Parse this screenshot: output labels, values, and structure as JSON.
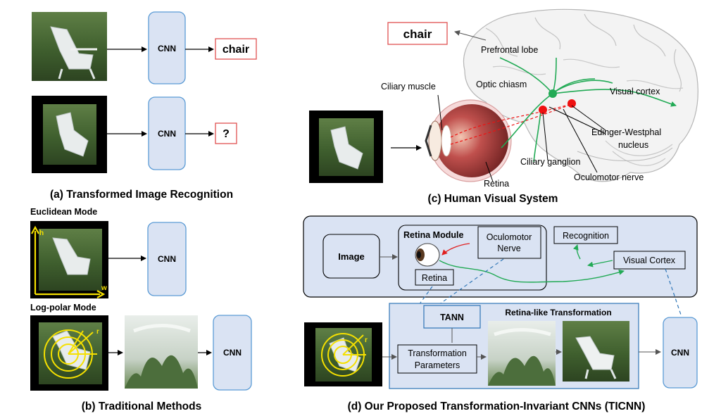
{
  "panel_a": {
    "caption": "(a) Transformed Image Recognition",
    "cnn_1": "CNN",
    "cnn_2": "CNN",
    "output_1": "chair",
    "output_2": "?"
  },
  "panel_b": {
    "caption": "(b) Traditional Methods",
    "euclidean_title": "Euclidean Mode",
    "logpolar_title": "Log-polar Mode",
    "axis_h": "h",
    "axis_w": "w",
    "axis_r": "r",
    "cnn_1": "CNN",
    "cnn_2": "CNN"
  },
  "panel_c": {
    "caption": "(c) Human Visual System",
    "output": "chair",
    "labels": {
      "prefrontal_lobe": "Prefrontal lobe",
      "optic_chiasm": "Optic chiasm",
      "visual_cortex": "Visual cortex",
      "ciliary_muscle": "Ciliary muscle",
      "edinger_1": "Edinger-Westphal",
      "edinger_2": "nucleus",
      "ciliary_ganglion": "Ciliary ganglion",
      "oculomotor_nerve": "Oculomotor nerve",
      "retina": "Retina"
    }
  },
  "panel_d": {
    "caption": "(d) Our Proposed Transformation-Invariant CNNs (TICNN)",
    "image": "Image",
    "retina_module": "Retina Module",
    "oculomotor_1": "Oculomotor",
    "oculomotor_2": "Nerve",
    "retina": "Retina",
    "recognition": "Recognition",
    "visual_cortex": "Visual Cortex",
    "tann": "TANN",
    "retina_like": "Retina-like Transformation",
    "transformation_1": "Transformation",
    "transformation_2": "Parameters",
    "cnn": "CNN",
    "axis_r": "r"
  },
  "colors": {
    "cnn_fill": "#dae3f3",
    "cnn_stroke": "#5b9bd5",
    "red_box": "#e05050",
    "green_path": "#22aa55",
    "red_dot": "#ee1111",
    "blue_dash": "#2e75b6",
    "panel_fill": "#dae3f3"
  }
}
